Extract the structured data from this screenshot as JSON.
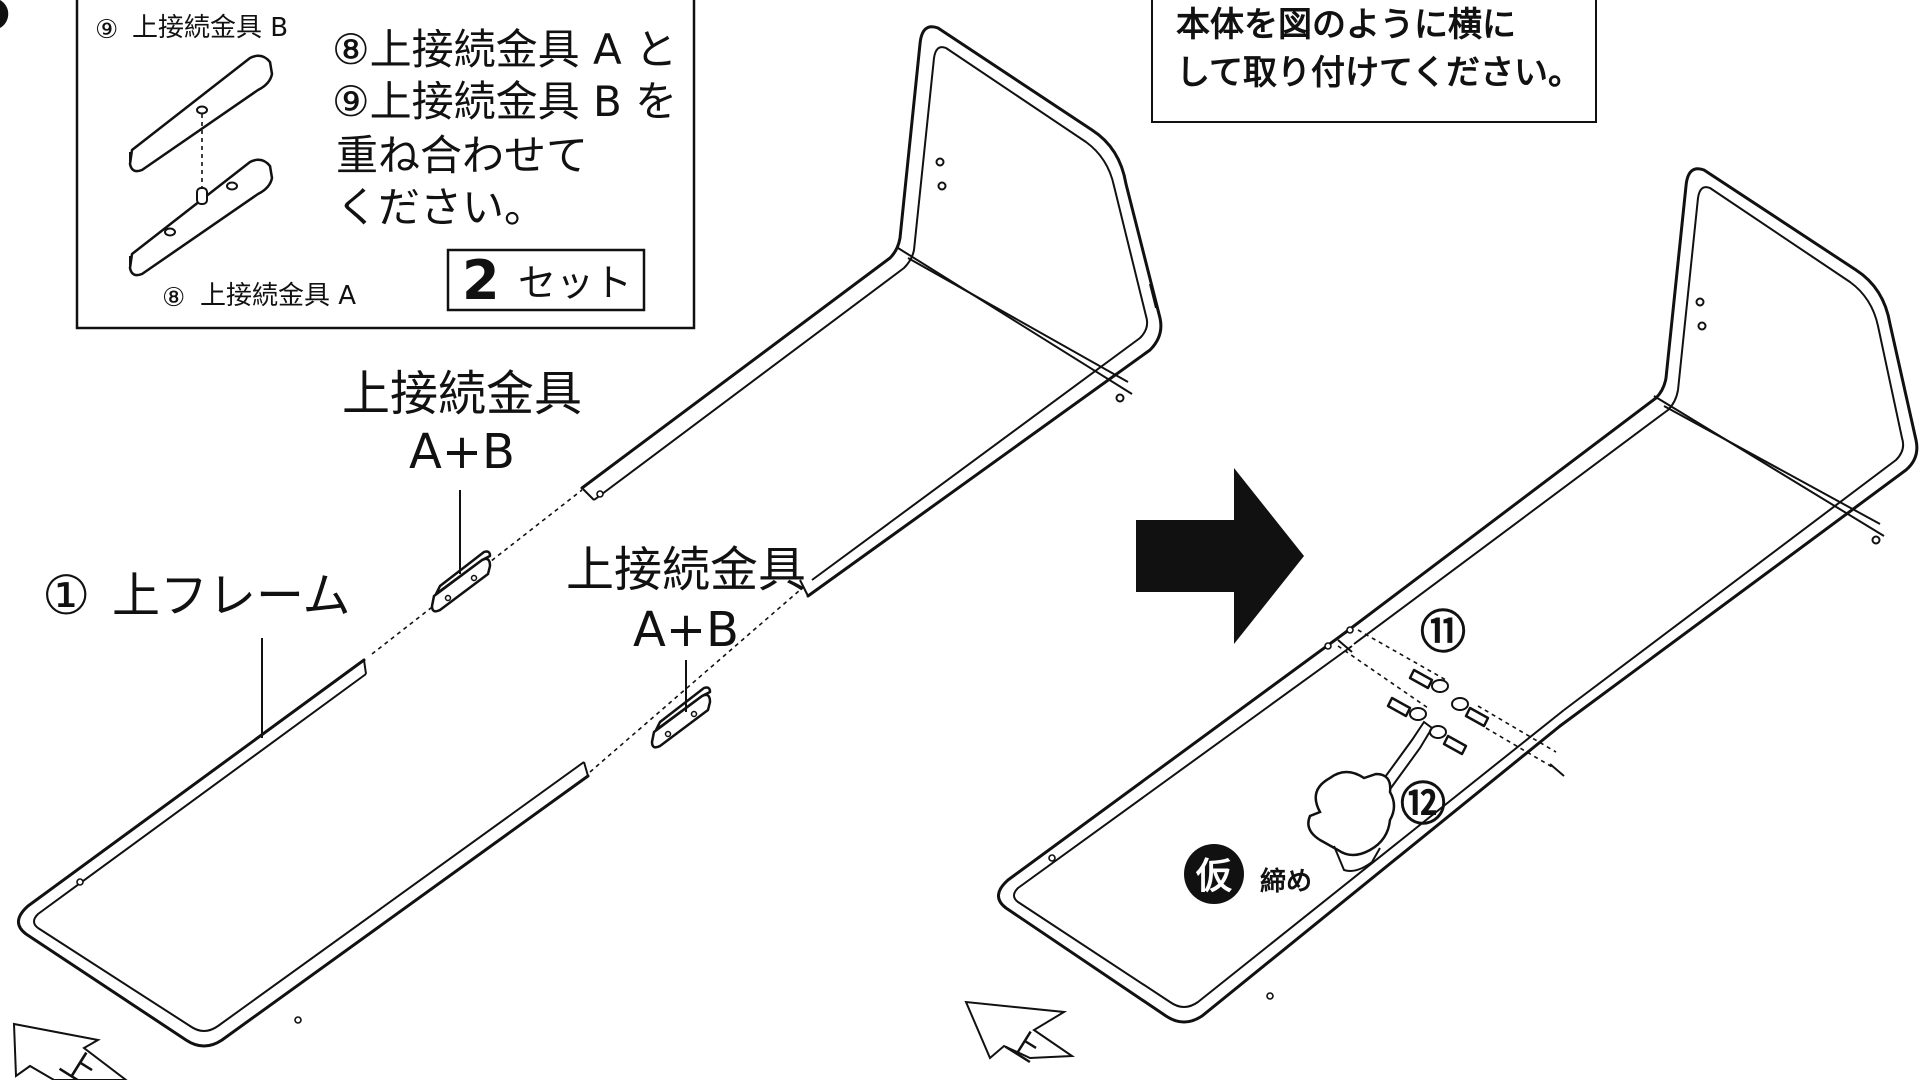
{
  "inset": {
    "label_b_num": "⑨",
    "label_b_text": "上接続金具 B",
    "label_a_num": "⑧",
    "label_a_text": "上接続金具 A",
    "instruction_lines": [
      "⑧上接続金具 A と",
      "⑨上接続金具 B を",
      "重ね合わせて",
      "ください。"
    ],
    "set_badge_num": "2",
    "set_badge_text": "セット"
  },
  "note_box": {
    "lines": [
      "本体を図のように横に",
      "して取り付けてください。"
    ]
  },
  "left_view": {
    "part_num": "①",
    "part_label": "上フレーム",
    "fitting_label_1": [
      "上接続金具",
      "A+B"
    ],
    "fitting_label_2": [
      "上接続金具",
      "A+B"
    ],
    "direction_mark": "上"
  },
  "right_view": {
    "bolt_num": "⑪",
    "wrench_num": "⑫",
    "tighten_badge": "仮",
    "tighten_text": "締め",
    "direction_mark": "上"
  },
  "colors": {
    "ink": "#111111",
    "paper": "#ffffff"
  },
  "icons": {
    "arrow": "right-arrow-icon",
    "hand": "hand-with-hex-key-icon"
  }
}
